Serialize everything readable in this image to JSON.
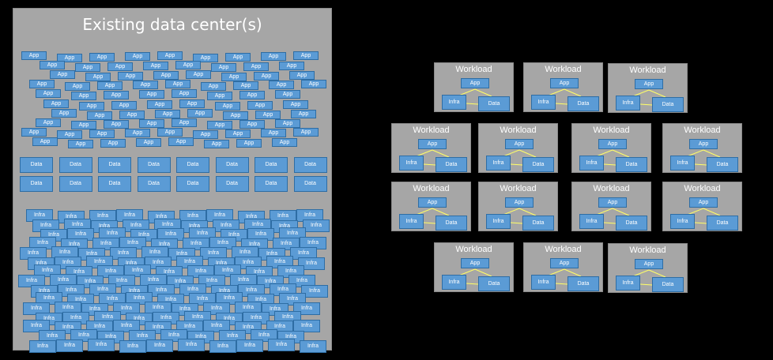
{
  "diagram": {
    "existing_title": "Existing data center(s)",
    "app_label": "App",
    "data_label": "Data",
    "infra_label": "Infra",
    "workload_title": "Workload"
  },
  "colors": {
    "block_fill": "#5b9bd5",
    "block_border": "#2e6da4",
    "panel_gray": "#a6a6a6",
    "connector": "#ffff66",
    "background": "#000000"
  }
}
